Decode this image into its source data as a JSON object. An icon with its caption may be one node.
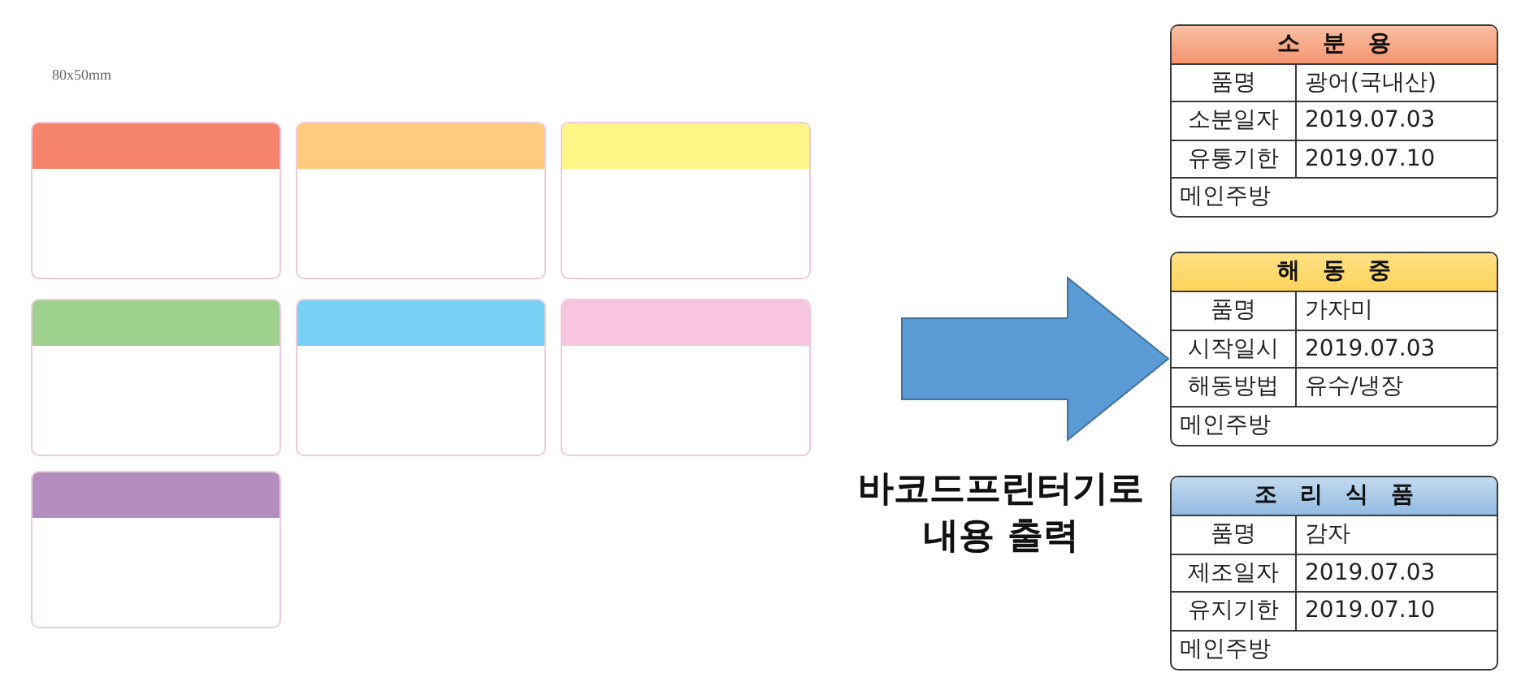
{
  "diagram": {
    "nodes": [
      {
        "text": [],
        "shape": "box"
      },
      {
        "text": [],
        "shape": "box"
      },
      {
        "text": [],
        "shape": "box"
      },
      {
        "text": [],
        "shape": "box"
      },
      {
        "text": [],
        "shape": "box"
      },
      {
        "text": [],
        "shape": "box"
      },
      {
        "text": [],
        "shape": "box"
      },
      {
        "text": [
          "소 분 용",
          "품명",
          "광어(국내산)",
          "소분일자",
          "2019.07.03",
          "유통기한",
          "2019.07.10",
          "메인주방"
        ]
      },
      {
        "text": [
          "해 동 중",
          "품명",
          "가자미",
          "시작일시",
          "2019.07.03",
          "해동방법",
          "유수/냉장",
          "메인주방"
        ]
      },
      {
        "text": [
          "조 리 식 품",
          "품명",
          "감자",
          "제조일자",
          "2019.07.03",
          "유지기한",
          "2019.07.10",
          "메인주방"
        ]
      }
    ],
    "edges": [
      {
        "from": null,
        "to": 8,
        "arrow": "to",
        "label": "바코드프린터기로 내용 출력"
      }
    ],
    "labels": [
      "80x50mm"
    ]
  }
}
